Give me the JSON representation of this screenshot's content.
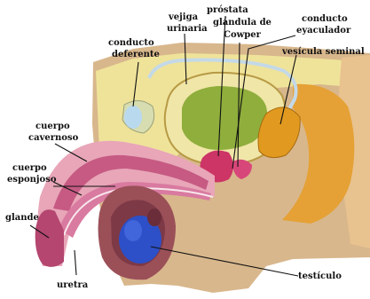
{
  "labels": {
    "conducto_deferente": [
      "conducto",
      "deferente"
    ],
    "vejiga_urinaria": [
      "vejiga",
      "urinaria"
    ],
    "prostata": "próstata",
    "glandula_cowper": [
      "glándula de",
      "Cowper"
    ],
    "conducto_eyaculador": [
      "conducto",
      "eyaculador"
    ],
    "vesicula_seminal": "vesícula seminal",
    "cuerpo_cavernoso": [
      "cuerpo",
      "cavernoso"
    ],
    "cuerpo_esponjoso": [
      "cuerpo",
      "esponjoso"
    ],
    "glande": "glande",
    "uretra": "uretra",
    "testiculo": "testículo"
  },
  "colors": {
    "background": "#ffffff",
    "skin": "#d8b78c",
    "fat": "#efe39a",
    "bone": "#d7ddb0",
    "erectile_tissue": "#c65a82",
    "bladder": "#8fae3c",
    "prostate": "#cc3566",
    "seminal_vesicle": "#e19a1f",
    "testis": "#2d4fc7",
    "scrotum": "#9b5058"
  }
}
